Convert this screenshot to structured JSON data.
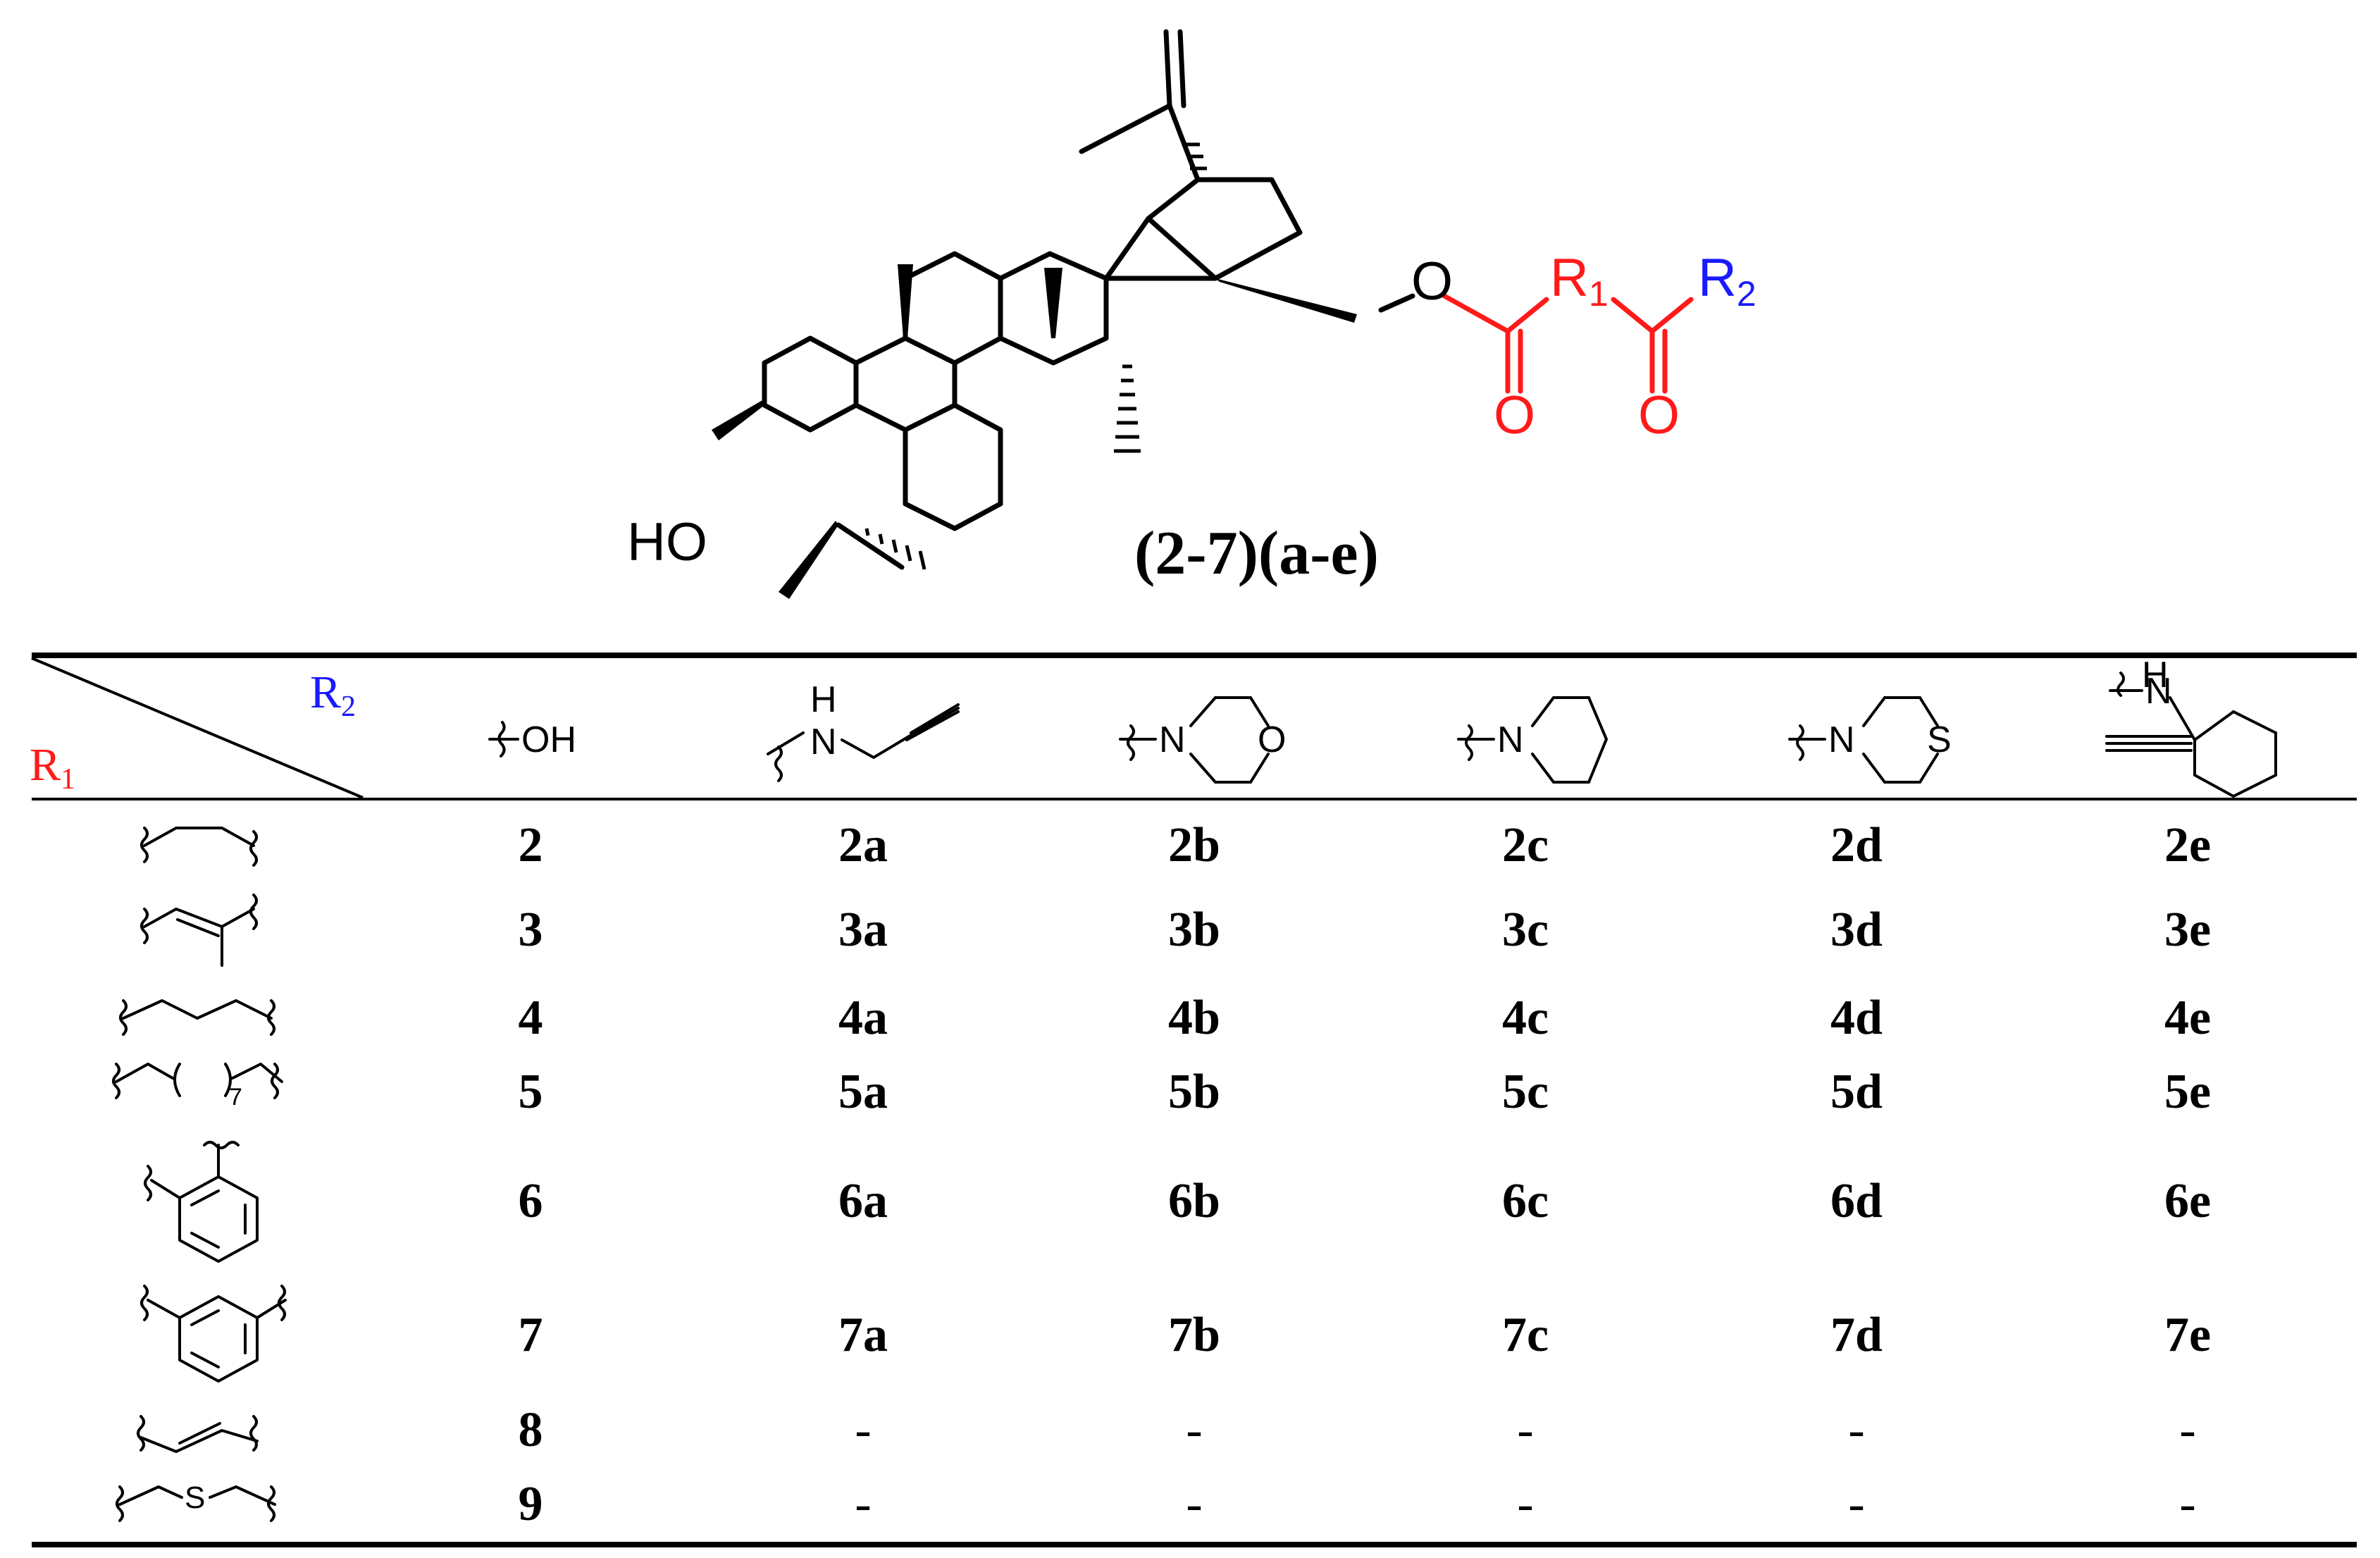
{
  "scheme": {
    "compound_label": "(2-7)(a-e)",
    "substituent_labels": {
      "HO": "HO",
      "O_ester": "O",
      "R1": "R",
      "R1_sub": "1",
      "R2": "R",
      "R2_sub": "2",
      "O_carbonyl_1": "O",
      "O_carbonyl_2": "O"
    },
    "colors": {
      "bonds": "#000000",
      "linker": "#ff0000",
      "r2": "#1a1aff"
    }
  },
  "table": {
    "corner": {
      "r2_label": "R",
      "r2_sub": "2",
      "r1_label": "R",
      "r1_sub": "1"
    },
    "r2_headers": [
      {
        "structure": "hydroxyl",
        "text": "OH"
      },
      {
        "structure": "propargylamine",
        "text": "N",
        "h": "H"
      },
      {
        "structure": "morpholine",
        "text": "N",
        "o": "O"
      },
      {
        "structure": "piperidine",
        "text": "N"
      },
      {
        "structure": "thiomorpholine",
        "text": "N",
        "s": "S"
      },
      {
        "structure": "ethynylcyclohexylamine",
        "text": "N",
        "h": "H"
      }
    ],
    "rows": [
      {
        "r1_structure": "ethylene-linker",
        "cells": [
          "2",
          "2a",
          "2b",
          "2c",
          "2d",
          "2e"
        ]
      },
      {
        "r1_structure": "methylvinylene-linker",
        "cells": [
          "3",
          "3a",
          "3b",
          "3c",
          "3d",
          "3e"
        ]
      },
      {
        "r1_structure": "propylene-linker",
        "cells": [
          "4",
          "4a",
          "4b",
          "4c",
          "4d",
          "4e"
        ]
      },
      {
        "r1_structure": "alkyl-chain-7",
        "subscript": "7",
        "cells": [
          "5",
          "5a",
          "5b",
          "5c",
          "5d",
          "5e"
        ]
      },
      {
        "r1_structure": "ortho-phenylene",
        "cells": [
          "6",
          "6a",
          "6b",
          "6c",
          "6d",
          "6e"
        ]
      },
      {
        "r1_structure": "meta-phenylene",
        "cells": [
          "7",
          "7a",
          "7b",
          "7c",
          "7d",
          "7e"
        ]
      },
      {
        "r1_structure": "vinylene-linker",
        "cells": [
          "8",
          "-",
          "-",
          "-",
          "-",
          "-"
        ]
      },
      {
        "r1_structure": "thioether-linker",
        "cells": [
          "9",
          "-",
          "-",
          "-",
          "-",
          "-"
        ]
      }
    ]
  }
}
